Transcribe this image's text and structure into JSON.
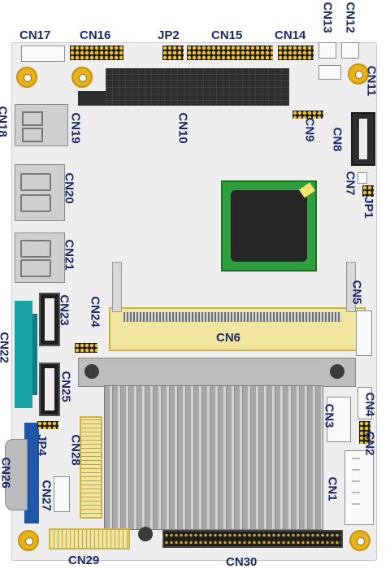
{
  "diagram": {
    "connectors": {
      "cn17": "CN17",
      "cn16": "CN16",
      "jp2": "JP2",
      "cn15": "CN15",
      "cn14": "CN14",
      "cn13": "CN13",
      "cn12": "CN12",
      "cn11": "CN11",
      "cn18": "CN18",
      "cn19": "CN19",
      "cn10": "CN10",
      "cn9": "CN9",
      "cn8": "CN8",
      "cn7": "CN7",
      "jp1": "JP1",
      "cn20": "CN20",
      "cn21": "CN21",
      "cn5": "CN5",
      "cn23": "CN23",
      "cn24": "CN24",
      "cn6": "CN6",
      "cn22": "CN22",
      "cn25": "CN25",
      "cn4": "CN4",
      "cn3": "CN3",
      "cn2": "CN2",
      "jp4": "JP4",
      "cn28": "CN28",
      "cn26": "CN26",
      "cn27": "CN27",
      "cn1": "CN1",
      "cn29": "CN29",
      "cn30": "CN30"
    },
    "colors": {
      "label": "#1b2a6b",
      "board": "#eeeeee",
      "chip_pcb": "#2e9e3e",
      "dimm_slot": "#f1e6a0",
      "serial_port": "#17a3a3",
      "vga_port": "#1f56a8"
    }
  }
}
